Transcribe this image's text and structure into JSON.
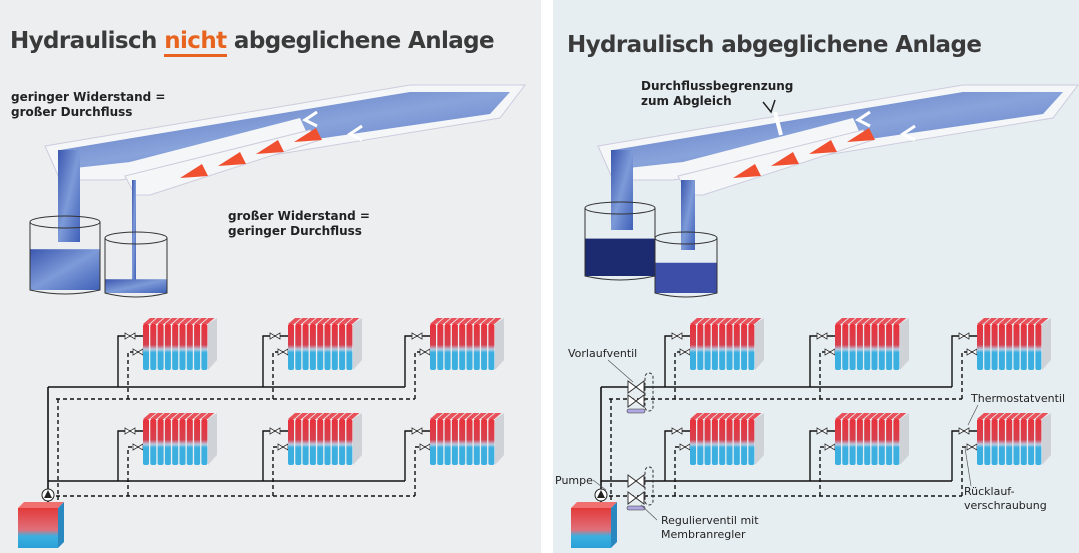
{
  "left": {
    "title_pre": "Hydraulisch",
    "title_highlight": "nicht",
    "title_post": "abgeglichene Anlage",
    "label_low_resistance": [
      "geringer Widerstand =",
      "großer Durchfluss"
    ],
    "label_high_resistance": [
      "großer Widerstand =",
      "geringer Durchfluss"
    ]
  },
  "right": {
    "title": "Hydraulisch abgeglichene Anlage",
    "label_flow_limit": [
      "Durchflussbegrenzung",
      "zum Abgleich"
    ],
    "label_supply_valve": "Vorlaufventil",
    "label_pump": "Pumpe",
    "label_regulating_valve": [
      "Regulierventil mit",
      "Membranregler"
    ],
    "label_thermostat_valve": "Thermostatventil",
    "label_return_fitting": [
      "Rücklauf-",
      "verschraubung"
    ]
  },
  "colors": {
    "accent": "#e8641e",
    "hot": "#e8323c",
    "cold": "#3bb0e0",
    "water": "#4a6fc0"
  }
}
